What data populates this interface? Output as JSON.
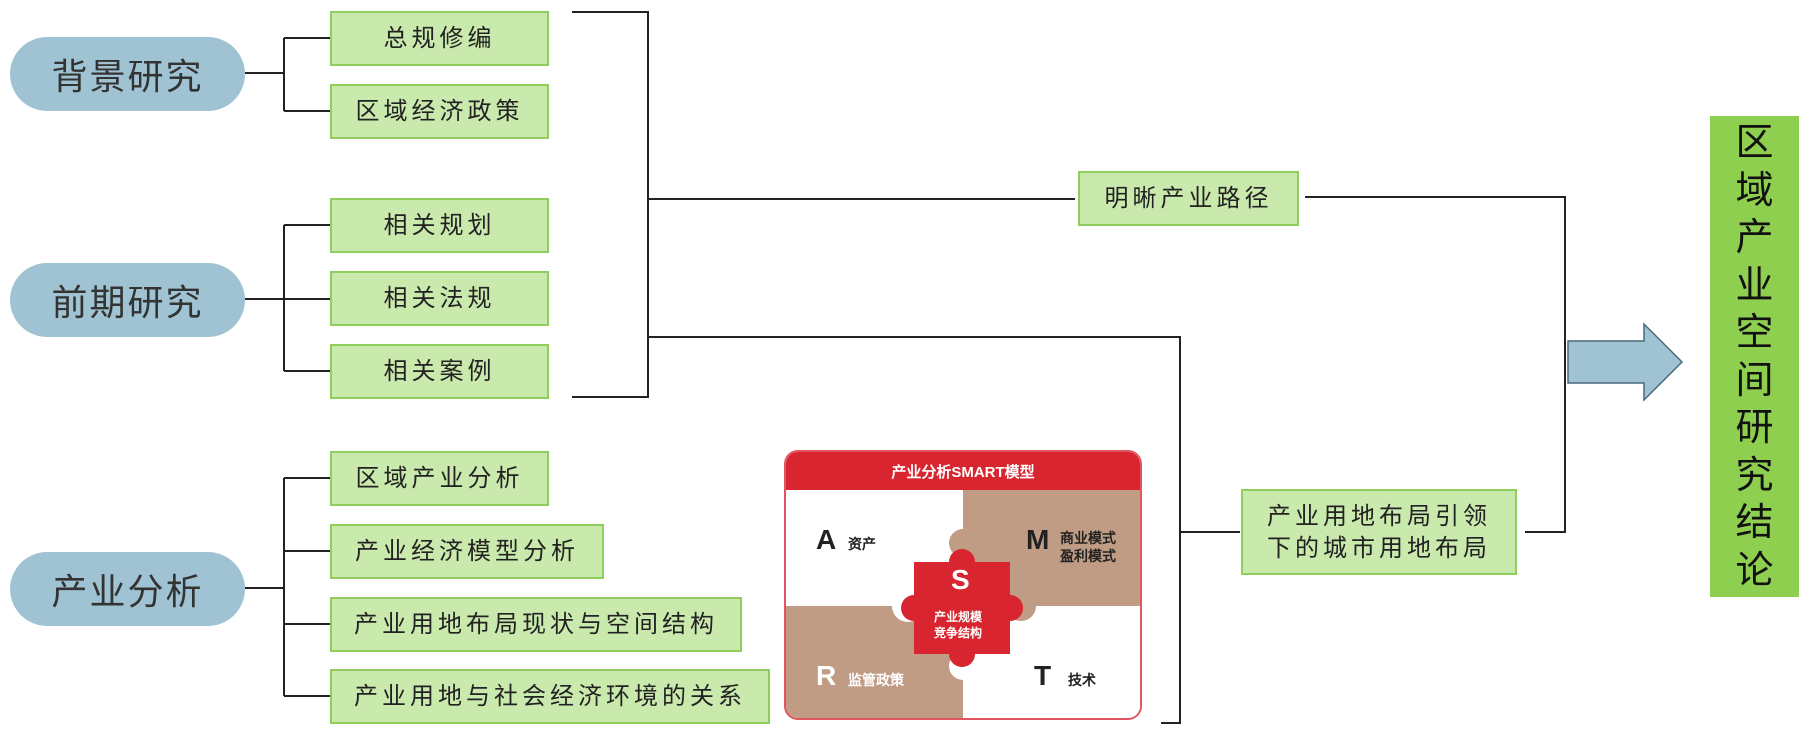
{
  "categories": [
    {
      "label": "背景研究",
      "items": [
        "总规修编",
        "区域经济政策"
      ]
    },
    {
      "label": "前期研究",
      "items": [
        "相关规划",
        "相关法规",
        "相关案例"
      ]
    },
    {
      "label": "产业分析",
      "items": [
        "区域产业分析",
        "产业经济模型分析",
        "产业用地布局现状与空间结构",
        "产业用地与社会经济环境的关系"
      ]
    }
  ],
  "middle": {
    "path": "明晰产业路径",
    "layout_line1": "产业用地布局引领",
    "layout_line2": "下的城市用地布局"
  },
  "conclusion": [
    "区",
    "域",
    "产",
    "业",
    "空",
    "间",
    "研",
    "究",
    "结",
    "论"
  ],
  "smart": {
    "title": "产业分析SMART模型",
    "a_letter": "A",
    "a_label": "资产",
    "m_letter": "M",
    "m_label1": "商业模式",
    "m_label2": "盈利模式",
    "s_letter": "S",
    "s_label1": "产业规模",
    "s_label2": "竞争结构",
    "r_letter": "R",
    "r_label": "监管政策",
    "t_letter": "T",
    "t_label": "技术"
  },
  "colors": {
    "pill": "#9fc3d3",
    "box_fill": "#c9e9ad",
    "box_border": "#8fcd5c",
    "conclusion": "#8fcf50",
    "arrow": "#9fc3d3",
    "smart_red": "#d9252f",
    "smart_tan": "#c09c85"
  }
}
